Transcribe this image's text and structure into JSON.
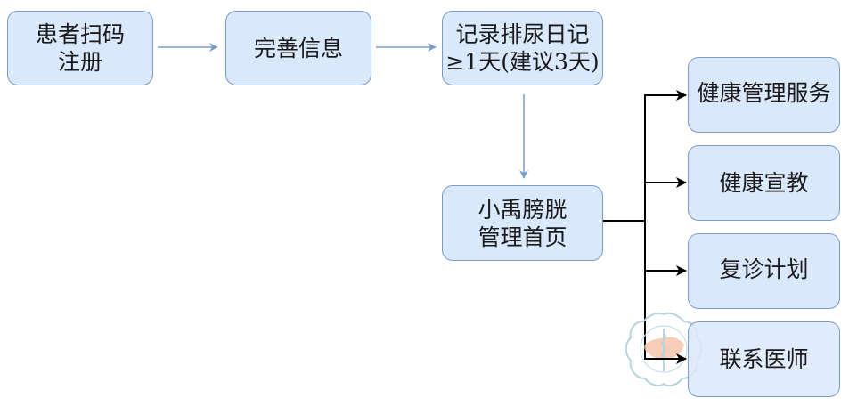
{
  "diagram": {
    "nodes": {
      "scan_register": {
        "lines": [
          "患者扫码",
          "注册"
        ]
      },
      "complete_info": {
        "lines": [
          "完善信息"
        ]
      },
      "record_diary": {
        "lines": [
          "记录排尿日记",
          "≥1天(建议3天)"
        ]
      },
      "home": {
        "lines": [
          "小禹膀胱",
          "管理首页"
        ]
      },
      "health_service": {
        "lines": [
          "健康管理服务"
        ]
      },
      "health_education": {
        "lines": [
          "健康宣教"
        ]
      },
      "followup_plan": {
        "lines": [
          "复诊计划"
        ]
      },
      "contact_doctor": {
        "lines": [
          "联系医师"
        ]
      }
    },
    "edges": [
      {
        "from": "scan_register",
        "to": "complete_info"
      },
      {
        "from": "complete_info",
        "to": "record_diary"
      },
      {
        "from": "record_diary",
        "to": "home"
      },
      {
        "from": "home",
        "to": "health_service"
      },
      {
        "from": "home",
        "to": "health_education"
      },
      {
        "from": "home",
        "to": "followup_plan"
      },
      {
        "from": "home",
        "to": "contact_doctor"
      }
    ],
    "colors": {
      "node_fill": "#dae8fc",
      "node_border": "#7a9cc8",
      "flow_arrow": "#7a9cc8",
      "branch_arrow": "#000000"
    },
    "watermark": "chinese-medical-association-seal"
  }
}
